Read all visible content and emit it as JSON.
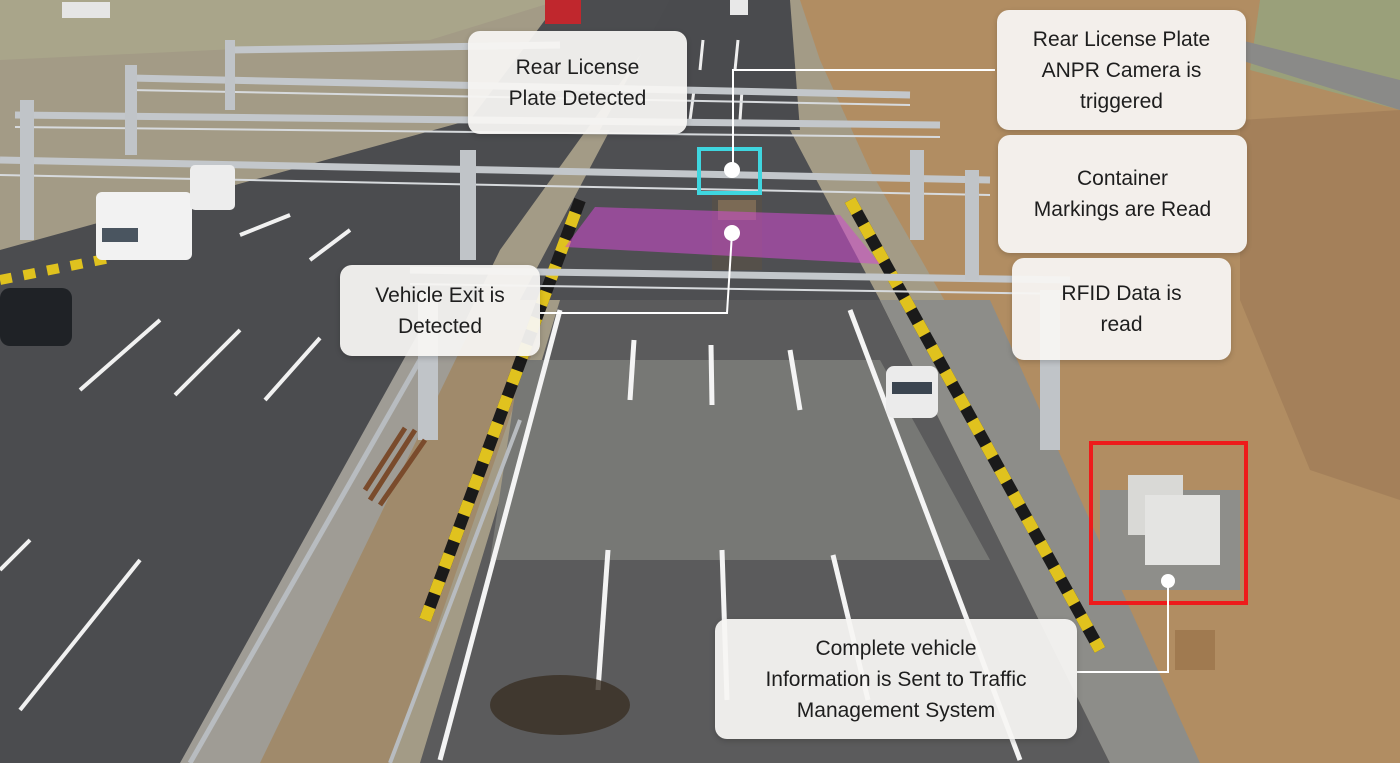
{
  "scene": {
    "description_colors": {
      "asphalt": "#4a4b4d",
      "concrete": "#9a9a96",
      "soil": "#b08c63",
      "gantry": "#b9bec3",
      "camera_box": "#3fd3dc",
      "detection_zone": "#d055c8",
      "cabinet_box": "#ee1b1b"
    }
  },
  "callouts": {
    "rear_plate_detected": [
      "Rear License",
      "Plate Detected"
    ],
    "anpr_triggered": [
      "Rear License Plate",
      "ANPR Camera is",
      "triggered"
    ],
    "container_read": [
      "Container",
      "Markings are Read"
    ],
    "vehicle_exit": [
      "Vehicle Exit is",
      "Detected"
    ],
    "rfid_read": [
      "RFID Data is",
      "read"
    ],
    "complete_info": [
      "Complete vehicle",
      "Information is Sent to Traffic",
      "Management System"
    ]
  }
}
